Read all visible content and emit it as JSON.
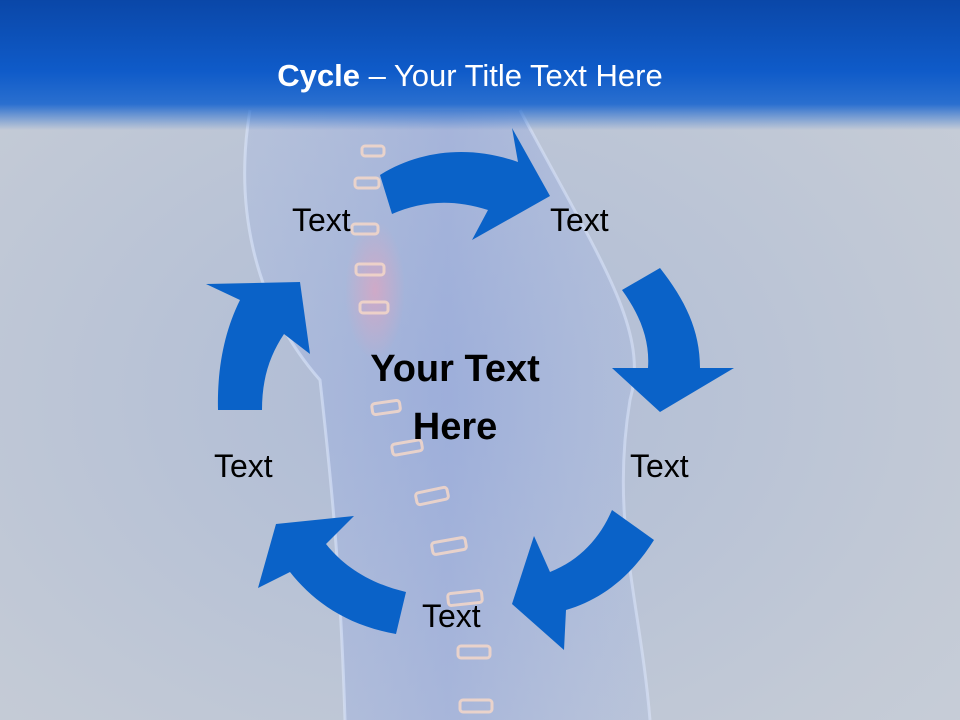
{
  "title": {
    "bold": "Cycle",
    "rest": " – Your Title Text Here"
  },
  "center": {
    "line1": "Your Text",
    "line2": "Here"
  },
  "nodes": [
    "Text",
    "Text",
    "Text",
    "Text",
    "Text"
  ],
  "colors": {
    "header": "#0f5bc9",
    "arrow": "#0a62c8",
    "background": "#c3cad6"
  }
}
